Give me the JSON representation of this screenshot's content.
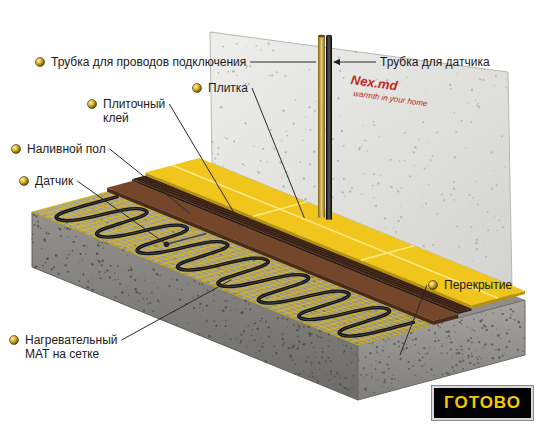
{
  "diagram": {
    "nodes": [
      {
        "text": [
          "ГОТОВО"
        ]
      }
    ],
    "labels": [
      "Трубка для проводов подключения",
      "Трубка для датчика",
      "Плитка",
      "Плиточный клей",
      "Наливной пол",
      "Датчик",
      "Перекрытие",
      "Нагревательный МАТ на сетке",
      "Nex.md",
      "warmth in your home"
    ]
  }
}
